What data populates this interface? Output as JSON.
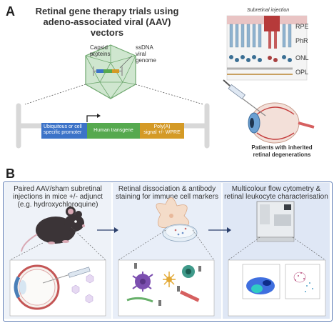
{
  "panel_a": {
    "letter": "A",
    "title_line1": "Retinal gene therapy trials using",
    "title_line2": "adeno-associated viral (AAV) vectors",
    "capsid_label_1": "Capsid",
    "capsid_label_2": "proteins",
    "genome_label_1": "ssDNA",
    "genome_label_2": "viral",
    "genome_label_3": "genome",
    "promoter_label": "Ubiquitous or cell specific promoter",
    "transgene_label": "Human transgene",
    "polya_label_1": "Poly(A)",
    "polya_label_2": "signal +/- WPRE",
    "subretinal_label": "Subretinal injection",
    "layers": [
      "RPE",
      "PhR",
      "ONL",
      "OPL"
    ],
    "patients_line1": "Patients with inherited",
    "patients_line2": "retinal degenerations"
  },
  "panel_b": {
    "letter": "B",
    "step1_lines": [
      "Paired AAV/sham subretinal",
      "injections in mice +/- adjunct",
      "(e.g. hydroxychloroquine)"
    ],
    "step2_lines": [
      "Retinal dissociation & antibody",
      "staining for immune cell markers"
    ],
    "step3_lines": [
      "Multicolour flow cytometry &",
      "retinal leukocyte characterisation"
    ]
  },
  "colors": {
    "promoter": "#3c73c8",
    "transgene": "#56a94f",
    "polya": "#d49a26",
    "panel_border": "#5a79b3",
    "step_bg": "#e8eef8"
  }
}
